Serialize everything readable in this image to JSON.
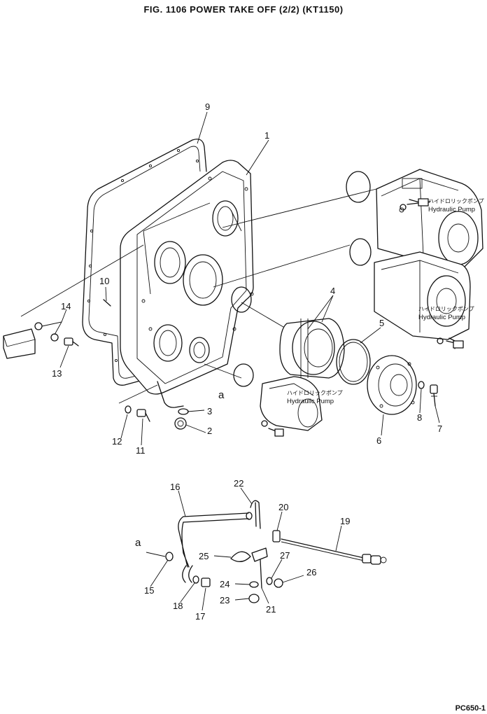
{
  "title": "FIG. 1106   POWER TAKE OFF (2/2) (KT1150)",
  "drawing_code": "PC650-1",
  "pump_labels": {
    "jp": "ハイドロリックポンプ",
    "en": "Hydraulic  Pump"
  },
  "reference_marks": {
    "a1": "a",
    "a2": "a"
  },
  "part_numbers": {
    "p1": "1",
    "p2": "2",
    "p3": "3",
    "p4": "4",
    "p5": "5",
    "p6": "6",
    "p7": "7",
    "p8": "8",
    "p9": "9",
    "p10": "10",
    "p11": "11",
    "p12": "12",
    "p13": "13",
    "p14": "14",
    "p15": "15",
    "p16": "16",
    "p17": "17",
    "p18": "18",
    "p19": "19",
    "p20": "20",
    "p21": "21",
    "p22": "22",
    "p23": "23",
    "p24": "24",
    "p25": "25",
    "p26": "26",
    "p27": "27"
  }
}
